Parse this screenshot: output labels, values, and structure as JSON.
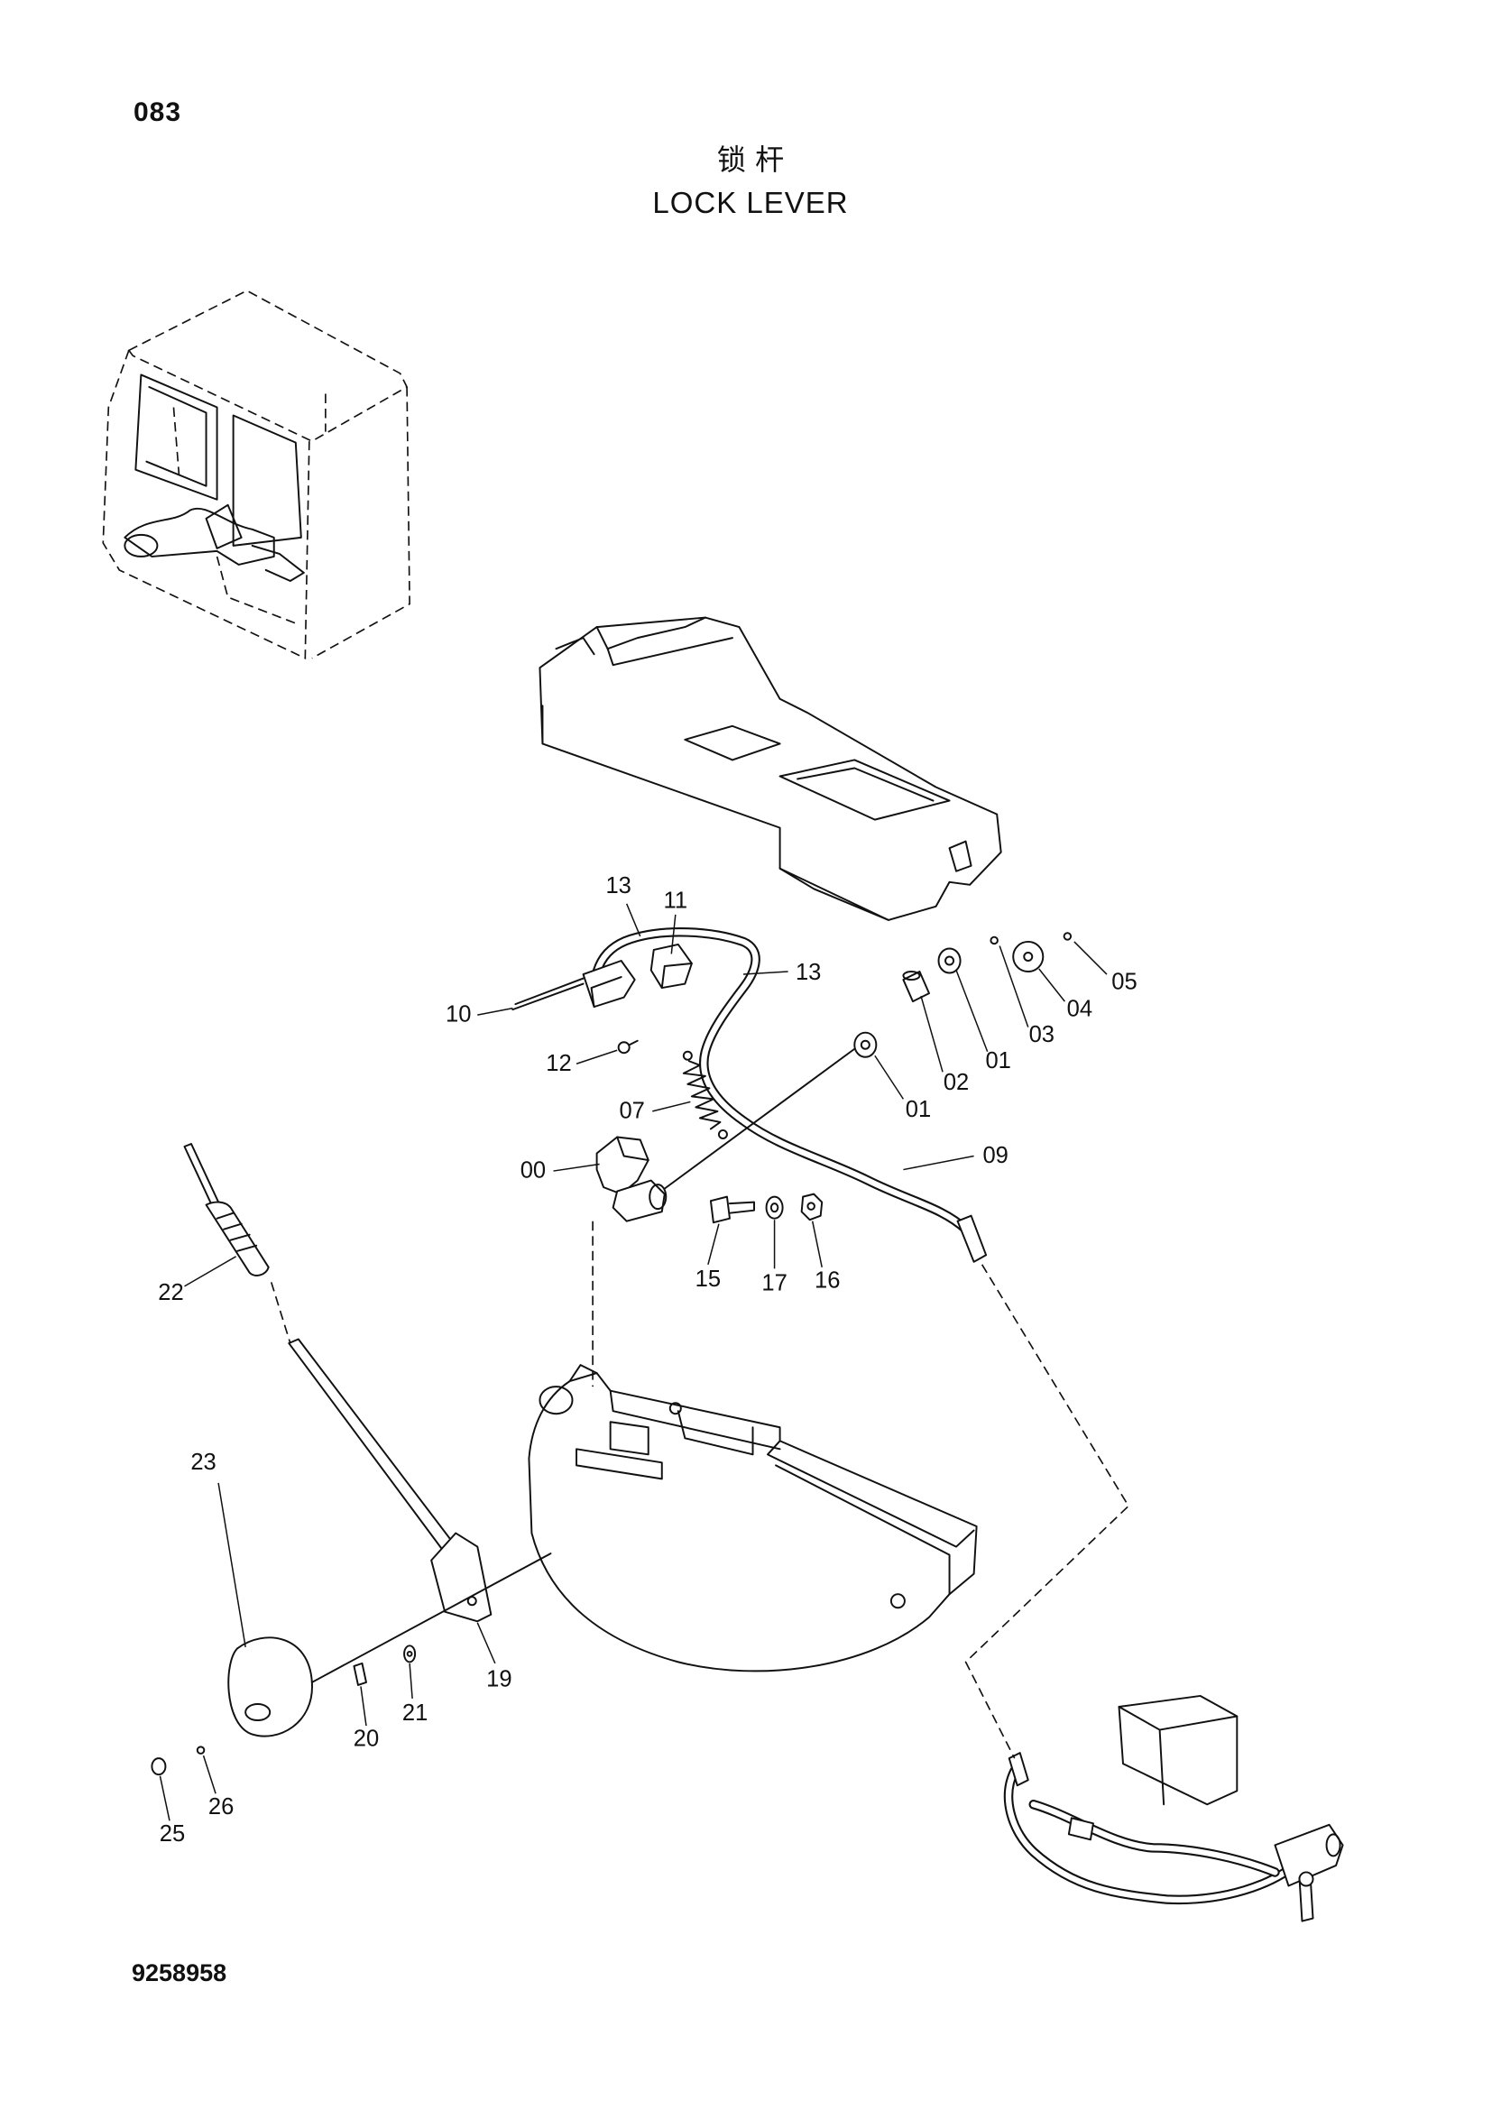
{
  "header": {
    "page_number": "083",
    "title_cn": "锁 杆",
    "title_en": "LOCK LEVER"
  },
  "footer": {
    "drawing_number": "9258958"
  },
  "callouts": [
    "13",
    "11",
    "13",
    "10",
    "12",
    "05",
    "04",
    "03",
    "01",
    "02",
    "01",
    "07",
    "00",
    "09",
    "15",
    "17",
    "16",
    "22",
    "23",
    "19",
    "20",
    "21",
    "26",
    "25"
  ]
}
